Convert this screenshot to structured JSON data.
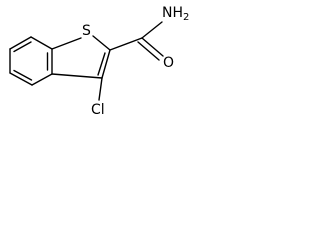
{
  "structure": {
    "atom_labels": {
      "sulfur": "S",
      "amide_nitrogen": "NH",
      "amide_nitrogen_subscript": "2",
      "amide_oxygen": "O",
      "chlorine": "Cl"
    },
    "colors": {
      "bond": "#000000",
      "text": "#000000",
      "background": "#ffffff"
    }
  }
}
